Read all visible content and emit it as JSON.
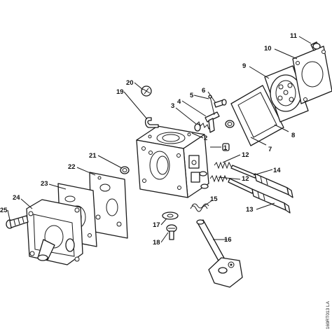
{
  "figure_code": "169RT013 LA",
  "callouts": [
    {
      "n": "1"
    },
    {
      "n": "2"
    },
    {
      "n": "3"
    },
    {
      "n": "4"
    },
    {
      "n": "5"
    },
    {
      "n": "6"
    },
    {
      "n": "7"
    },
    {
      "n": "8"
    },
    {
      "n": "9"
    },
    {
      "n": "10"
    },
    {
      "n": "11"
    },
    {
      "n": "12"
    },
    {
      "n": "12"
    },
    {
      "n": "13"
    },
    {
      "n": "14"
    },
    {
      "n": "15"
    },
    {
      "n": "16"
    },
    {
      "n": "17"
    },
    {
      "n": "18"
    },
    {
      "n": "19"
    },
    {
      "n": "20"
    },
    {
      "n": "21"
    },
    {
      "n": "22"
    },
    {
      "n": "23"
    },
    {
      "n": "24"
    },
    {
      "n": "25"
    }
  ]
}
